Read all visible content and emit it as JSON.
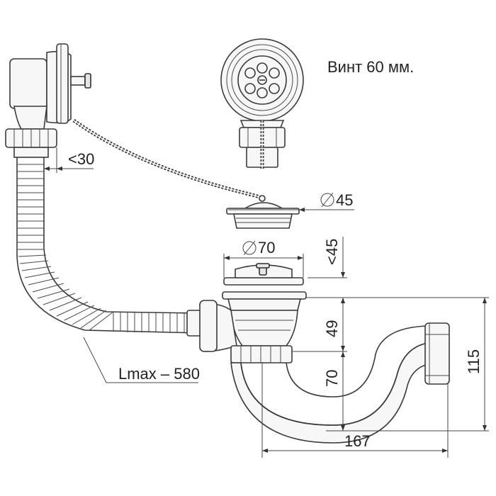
{
  "labels": {
    "screw": "Винт 60 мм.",
    "dia45": "45",
    "dia70": "70",
    "gap45": "<45",
    "dim49": "49",
    "dim70": "70",
    "dim115": "115",
    "dim167": "167",
    "lt30": "<30",
    "hose": "Lmax – 580"
  },
  "colors": {
    "line": "#3a3a3a",
    "fill": "#f7f7f7"
  }
}
